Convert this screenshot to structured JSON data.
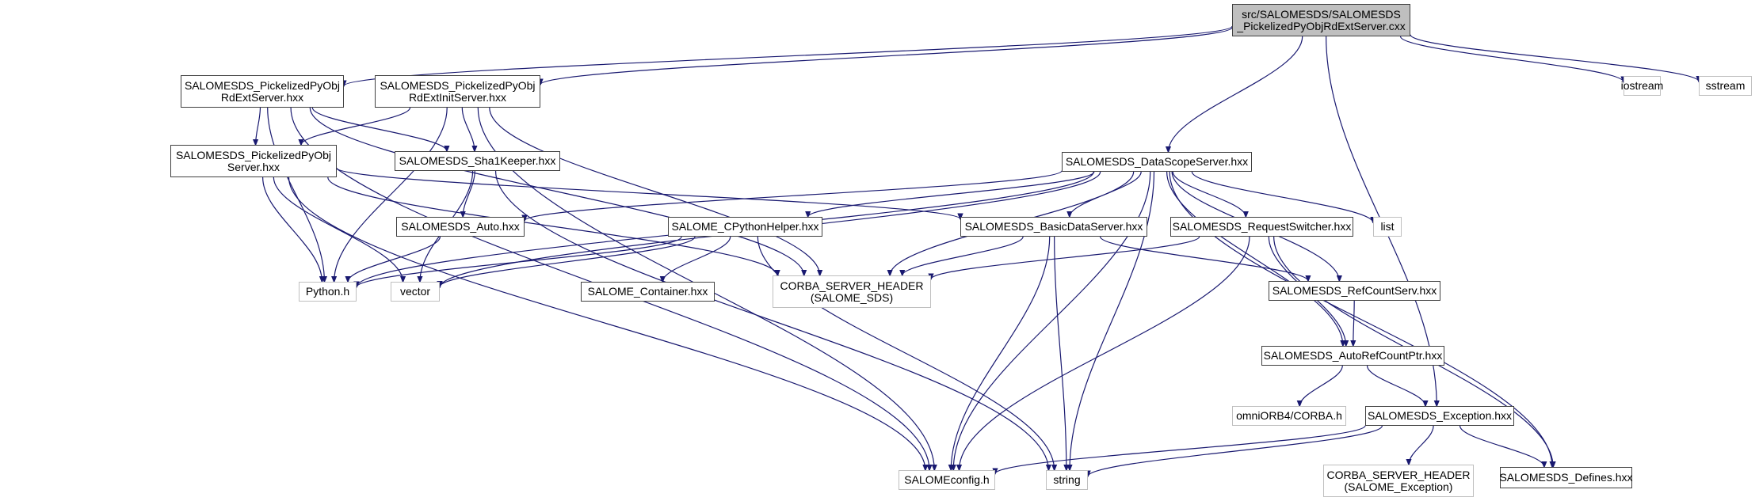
{
  "diagram": {
    "type": "include-dependency-graph",
    "edge_color": "#191970",
    "internal_border_color": "#404040",
    "external_border_color": "#bfbfbf",
    "root_fill_color": "#bfbfbf",
    "nodes": {
      "root": {
        "lines": [
          "src/SALOMESDS/SALOMESDS",
          "_PickelizedPyObjRdExtServer.cxx"
        ],
        "kind": "root"
      },
      "pick_rdext": {
        "lines": [
          "SALOMESDS_PickelizedPyObj",
          "RdExtServer.hxx"
        ],
        "kind": "internal"
      },
      "pick_rdextinit": {
        "lines": [
          "SALOMESDS_PickelizedPyObj",
          "RdExtInitServer.hxx"
        ],
        "kind": "internal"
      },
      "pick_server": {
        "lines": [
          "SALOMESDS_PickelizedPyObj",
          "Server.hxx"
        ],
        "kind": "internal"
      },
      "sha1keeper": {
        "lines": [
          "SALOMESDS_Sha1Keeper.hxx"
        ],
        "kind": "internal"
      },
      "datascope": {
        "lines": [
          "SALOMESDS_DataScopeServer.hxx"
        ],
        "kind": "internal"
      },
      "auto": {
        "lines": [
          "SALOMESDS_Auto.hxx"
        ],
        "kind": "internal"
      },
      "cpython": {
        "lines": [
          "SALOME_CPythonHelper.hxx"
        ],
        "kind": "internal"
      },
      "basicdata": {
        "lines": [
          "SALOMESDS_BasicDataServer.hxx"
        ],
        "kind": "internal"
      },
      "reqswitch": {
        "lines": [
          "SALOMESDS_RequestSwitcher.hxx"
        ],
        "kind": "internal"
      },
      "list": {
        "lines": [
          "list"
        ],
        "kind": "external"
      },
      "python_h": {
        "lines": [
          "Python.h"
        ],
        "kind": "external"
      },
      "vector": {
        "lines": [
          "vector"
        ],
        "kind": "external"
      },
      "container": {
        "lines": [
          "SALOME_Container.hxx"
        ],
        "kind": "internal"
      },
      "corba_sds": {
        "lines": [
          "CORBA_SERVER_HEADER",
          "(SALOME_SDS)"
        ],
        "kind": "external"
      },
      "refcountserv": {
        "lines": [
          "SALOMESDS_RefCountServ.hxx"
        ],
        "kind": "internal"
      },
      "autorefcountptr": {
        "lines": [
          "SALOMESDS_AutoRefCountPtr.hxx"
        ],
        "kind": "internal"
      },
      "omniorb": {
        "lines": [
          "omniORB4/CORBA.h"
        ],
        "kind": "external"
      },
      "exception": {
        "lines": [
          "SALOMESDS_Exception.hxx"
        ],
        "kind": "internal"
      },
      "salomeconfig": {
        "lines": [
          "SALOMEconfig.h"
        ],
        "kind": "external"
      },
      "string": {
        "lines": [
          "string"
        ],
        "kind": "external"
      },
      "corba_exc": {
        "lines": [
          "CORBA_SERVER_HEADER",
          "(SALOME_Exception)"
        ],
        "kind": "external"
      },
      "defines": {
        "lines": [
          "SALOMESDS_Defines.hxx"
        ],
        "kind": "internal"
      },
      "iostream": {
        "lines": [
          "iostream"
        ],
        "kind": "external"
      },
      "sstream": {
        "lines": [
          "sstream"
        ],
        "kind": "external"
      }
    },
    "edges": [
      [
        "root",
        "pick_rdext"
      ],
      [
        "root",
        "pick_rdextinit"
      ],
      [
        "root",
        "datascope"
      ],
      [
        "root",
        "exception"
      ],
      [
        "root",
        "iostream"
      ],
      [
        "root",
        "sstream"
      ],
      [
        "pick_rdext",
        "pick_server"
      ],
      [
        "pick_rdext",
        "sha1keeper"
      ],
      [
        "pick_rdext",
        "python_h"
      ],
      [
        "pick_rdext",
        "corba_sds"
      ],
      [
        "pick_rdext",
        "salomeconfig"
      ],
      [
        "pick_rdextinit",
        "pick_server"
      ],
      [
        "pick_rdextinit",
        "sha1keeper"
      ],
      [
        "pick_rdextinit",
        "python_h"
      ],
      [
        "pick_rdextinit",
        "corba_sds"
      ],
      [
        "pick_rdextinit",
        "salomeconfig"
      ],
      [
        "pick_server",
        "basicdata"
      ],
      [
        "pick_server",
        "python_h"
      ],
      [
        "pick_server",
        "vector"
      ],
      [
        "pick_server",
        "corba_sds"
      ],
      [
        "pick_server",
        "salomeconfig"
      ],
      [
        "sha1keeper",
        "auto"
      ],
      [
        "sha1keeper",
        "vector"
      ],
      [
        "sha1keeper",
        "string"
      ],
      [
        "datascope",
        "auto"
      ],
      [
        "datascope",
        "cpython"
      ],
      [
        "datascope",
        "basicdata"
      ],
      [
        "datascope",
        "reqswitch"
      ],
      [
        "datascope",
        "list"
      ],
      [
        "datascope",
        "python_h"
      ],
      [
        "datascope",
        "vector"
      ],
      [
        "datascope",
        "corba_sds"
      ],
      [
        "datascope",
        "refcountserv"
      ],
      [
        "datascope",
        "autorefcountptr"
      ],
      [
        "datascope",
        "salomeconfig"
      ],
      [
        "datascope",
        "string"
      ],
      [
        "datascope",
        "defines"
      ],
      [
        "auto",
        "python_h"
      ],
      [
        "cpython",
        "python_h"
      ],
      [
        "cpython",
        "vector"
      ],
      [
        "cpython",
        "container"
      ],
      [
        "cpython",
        "string"
      ],
      [
        "basicdata",
        "corba_sds"
      ],
      [
        "basicdata",
        "refcountserv"
      ],
      [
        "basicdata",
        "salomeconfig"
      ],
      [
        "basicdata",
        "string"
      ],
      [
        "reqswitch",
        "corba_sds"
      ],
      [
        "reqswitch",
        "autorefcountptr"
      ],
      [
        "reqswitch",
        "salomeconfig"
      ],
      [
        "reqswitch",
        "defines"
      ],
      [
        "refcountserv",
        "autorefcountptr"
      ],
      [
        "autorefcountptr",
        "omniorb"
      ],
      [
        "autorefcountptr",
        "exception"
      ],
      [
        "exception",
        "salomeconfig"
      ],
      [
        "exception",
        "string"
      ],
      [
        "exception",
        "corba_exc"
      ],
      [
        "exception",
        "defines"
      ]
    ]
  }
}
